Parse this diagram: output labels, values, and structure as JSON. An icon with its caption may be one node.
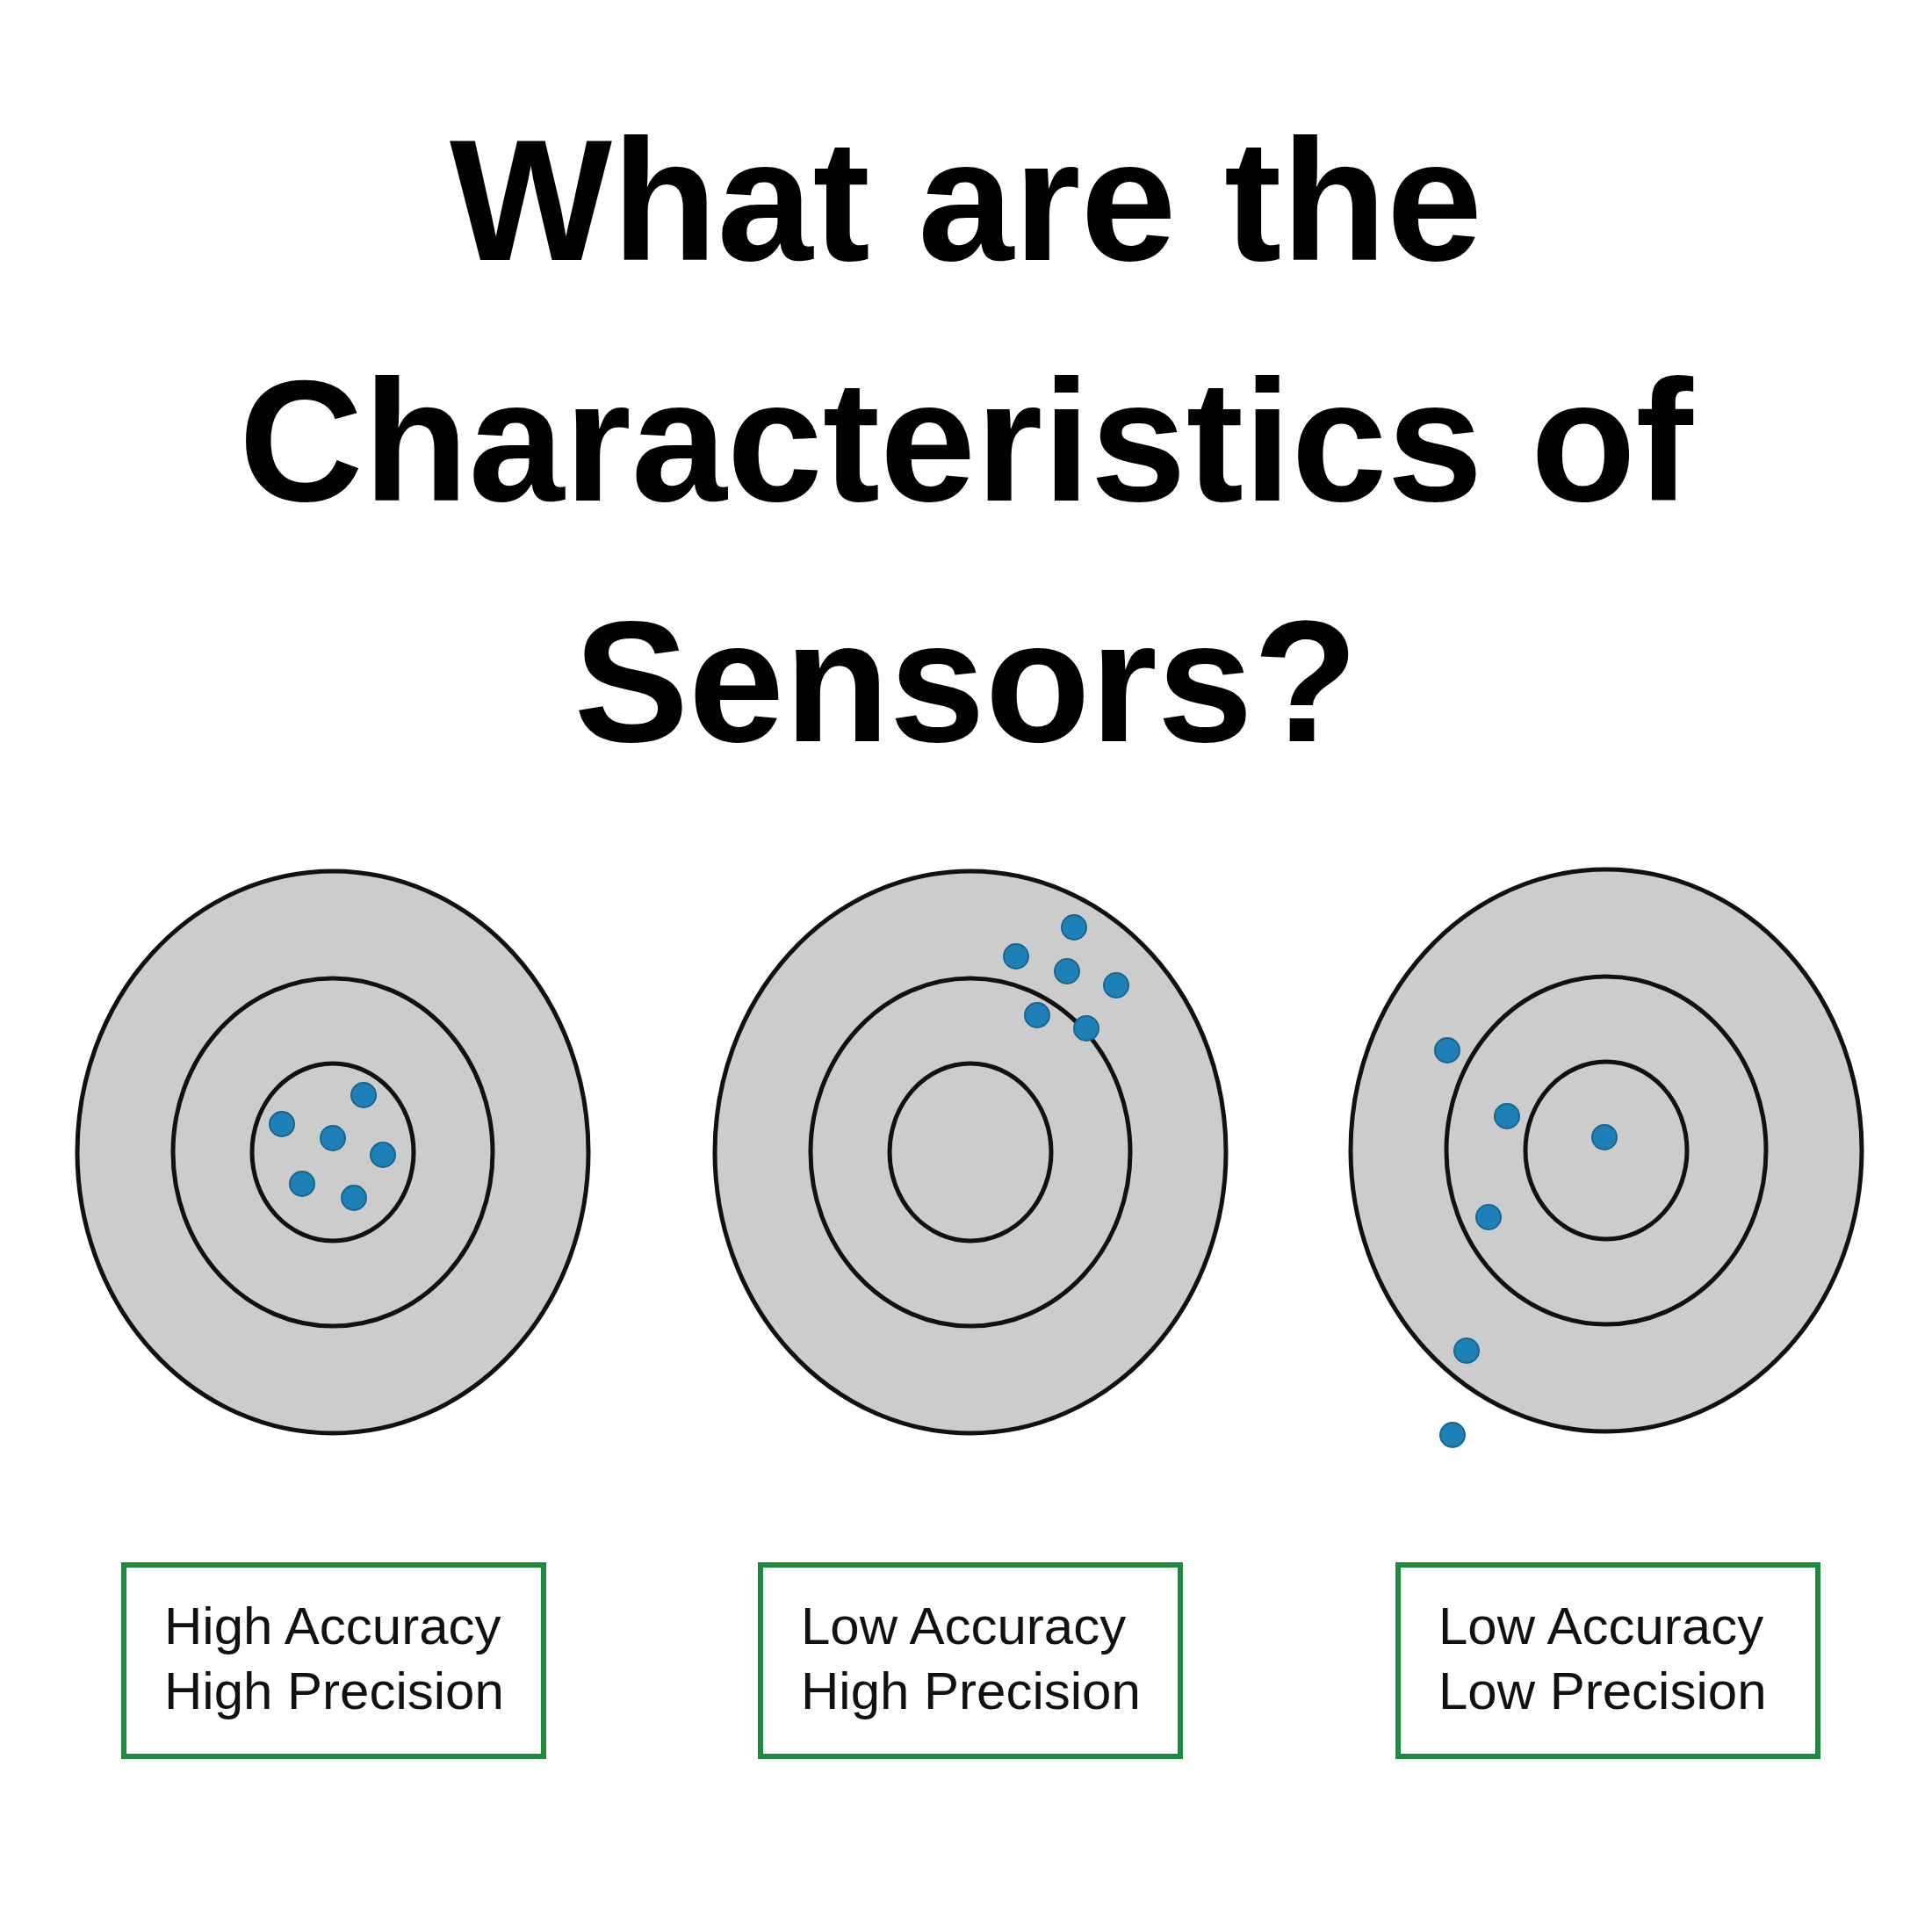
{
  "diagram": {
    "title": "What are the Characteristics of Sensors?",
    "nodes": [
      {
        "text": [
          "High Accuracy",
          "High Precision"
        ]
      },
      {
        "text": [
          "Low Accuracy",
          "High Precision"
        ]
      },
      {
        "text": [
          "Low Accuracy",
          "Low Precision"
        ]
      }
    ]
  }
}
